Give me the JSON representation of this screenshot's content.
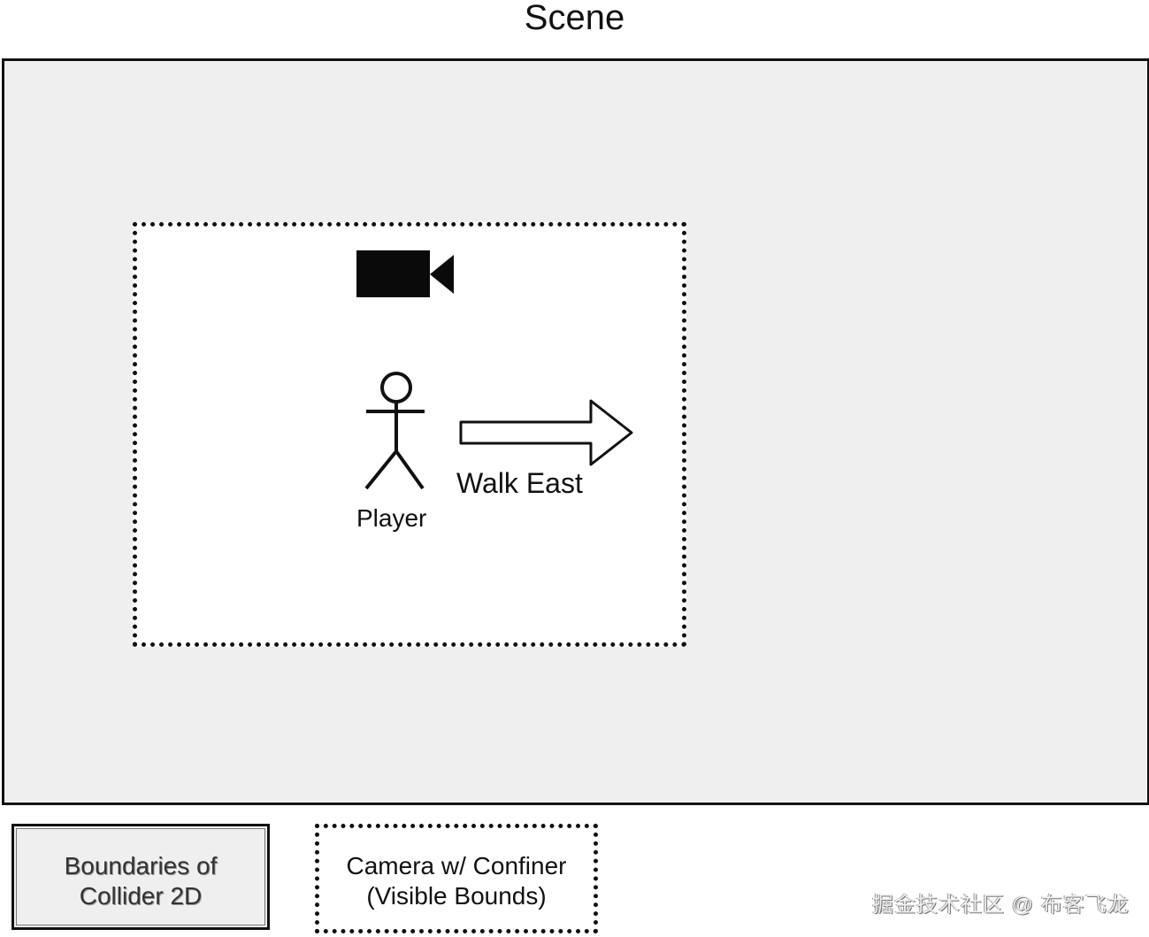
{
  "diagram": {
    "title": "Scene",
    "scene_region": {
      "fill": "#efefef",
      "border": "#111111",
      "border_style": "solid"
    },
    "confiner_region": {
      "fill": "#ffffff",
      "border": "#111111",
      "border_style": "dotted"
    },
    "camera": {
      "icon": "video-camera-icon"
    },
    "player": {
      "icon": "stick-figure-icon",
      "label": "Player"
    },
    "movement": {
      "icon": "arrow-right-outline-icon",
      "label": "Walk East"
    }
  },
  "legend": {
    "items": [
      {
        "label_line1": "Boundaries of",
        "label_line2": "Collider 2D",
        "style": "solid-border-gray-fill"
      },
      {
        "label_line1": "Camera w/ Confiner",
        "label_line2": "(Visible Bounds)",
        "style": "dotted-border-white-fill"
      }
    ]
  },
  "watermark": {
    "text": "掘金技术社区 @ 布客飞龙"
  }
}
